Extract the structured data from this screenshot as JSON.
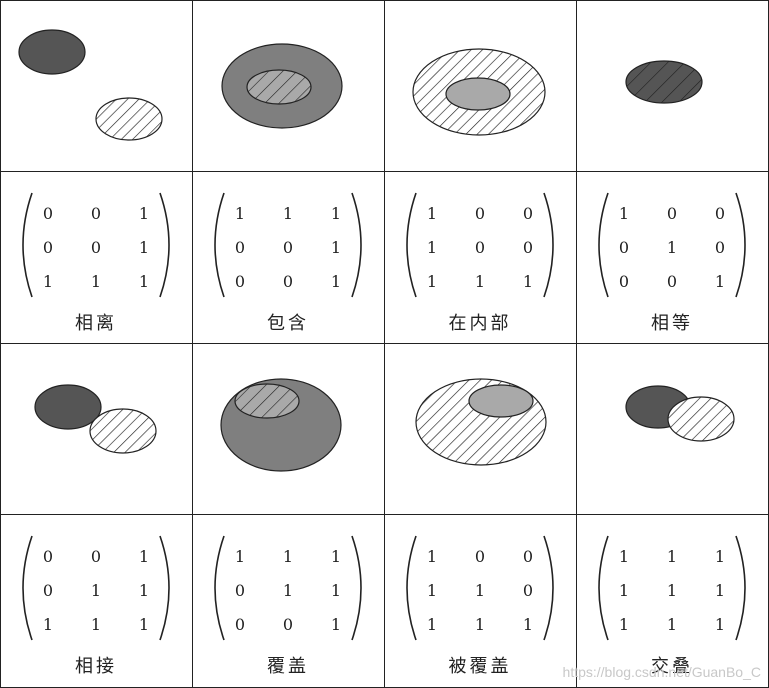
{
  "colors": {
    "dark": "#555555",
    "medium": "#7f7f7f",
    "light": "#a9a9a9",
    "line": "#222222",
    "hatch_bg": "#ffffff"
  },
  "cells": [
    {
      "label": "相离",
      "matrix": [
        [
          "0",
          "0",
          "1"
        ],
        [
          "0",
          "0",
          "1"
        ],
        [
          "1",
          "1",
          "1"
        ]
      ]
    },
    {
      "label": "包含",
      "matrix": [
        [
          "1",
          "1",
          "1"
        ],
        [
          "0",
          "0",
          "1"
        ],
        [
          "0",
          "0",
          "1"
        ]
      ]
    },
    {
      "label": "在内部",
      "matrix": [
        [
          "1",
          "0",
          "0"
        ],
        [
          "1",
          "0",
          "0"
        ],
        [
          "1",
          "1",
          "1"
        ]
      ]
    },
    {
      "label": "相等",
      "matrix": [
        [
          "1",
          "0",
          "0"
        ],
        [
          "0",
          "1",
          "0"
        ],
        [
          "0",
          "0",
          "1"
        ]
      ]
    },
    {
      "label": "相接",
      "matrix": [
        [
          "0",
          "0",
          "1"
        ],
        [
          "0",
          "1",
          "1"
        ],
        [
          "1",
          "1",
          "1"
        ]
      ]
    },
    {
      "label": "覆盖",
      "matrix": [
        [
          "1",
          "1",
          "1"
        ],
        [
          "0",
          "1",
          "1"
        ],
        [
          "0",
          "0",
          "1"
        ]
      ]
    },
    {
      "label": "被覆盖",
      "matrix": [
        [
          "1",
          "0",
          "0"
        ],
        [
          "1",
          "1",
          "0"
        ],
        [
          "1",
          "1",
          "1"
        ]
      ]
    },
    {
      "label": "交叠",
      "matrix": [
        [
          "1",
          "1",
          "1"
        ],
        [
          "1",
          "1",
          "1"
        ],
        [
          "1",
          "1",
          "1"
        ]
      ]
    }
  ],
  "watermark": "https://blog.csdn.net/GuanBo_C"
}
